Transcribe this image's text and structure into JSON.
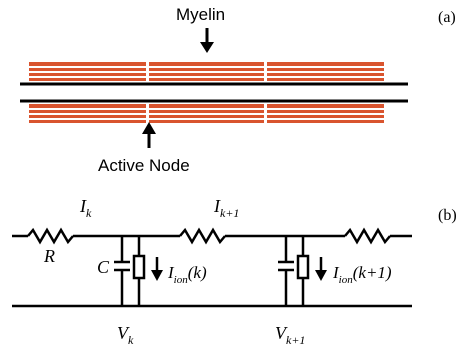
{
  "panel_a": {
    "panel_label": "(a)",
    "myelin_label": "Myelin",
    "node_label": "Active Node"
  },
  "panel_b": {
    "panel_label": "(b)",
    "current_k": {
      "base": "I",
      "sub": "k"
    },
    "current_k1": {
      "base": "I",
      "sub": "k+1"
    },
    "resistor_label": "R",
    "capacitor_label": "C",
    "ion_k": {
      "base": "I",
      "sub": "ion",
      "arg": "(k)"
    },
    "ion_k1": {
      "base": "I",
      "sub": "ion",
      "arg": "(k+1)"
    },
    "voltage_k": {
      "base": "V",
      "sub": "k"
    },
    "voltage_k1": {
      "base": "V",
      "sub": "k+1"
    }
  },
  "colors": {
    "myelin_fill": "#d9542e",
    "myelin_stripe": "#ffffff",
    "line": "#000000"
  }
}
